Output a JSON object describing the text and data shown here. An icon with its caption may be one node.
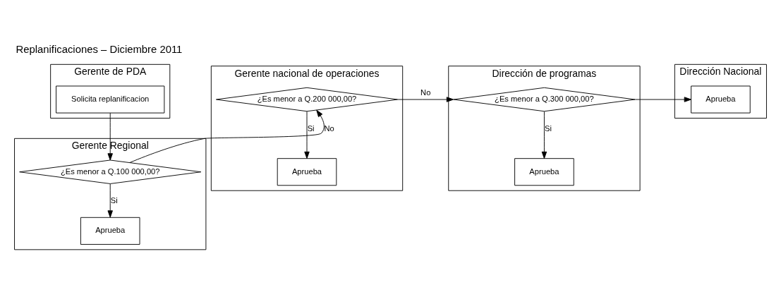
{
  "diagram": {
    "title": "Replanificaciones – Diciembre 2011",
    "nodes": [
      {
        "text": [
          "Gerente de PDA"
        ]
      },
      {
        "text": [
          "Solicita replanificacion"
        ],
        "in": 0
      },
      {
        "text": [
          "Gerente Regional"
        ]
      },
      {
        "text": [
          "¿Es menor a Q.100 000,00?"
        ],
        "in": 2
      },
      {
        "text": [
          "Aprueba"
        ],
        "in": 2
      },
      {
        "text": [
          "Gerente nacional de operaciones"
        ]
      },
      {
        "text": [
          "¿Es menor a Q.200 000,00?"
        ],
        "in": 5
      },
      {
        "text": [
          "Aprueba"
        ],
        "in": 5
      },
      {
        "text": [
          "Dirección de programas"
        ]
      },
      {
        "text": [
          "¿Es menor a Q.300 000,00?"
        ],
        "in": 8
      },
      {
        "text": [
          "Aprueba"
        ],
        "in": 8
      },
      {
        "text": [
          "Dirección Nacional"
        ]
      },
      {
        "text": [
          "Aprueba"
        ],
        "in": 11
      }
    ],
    "edges": [
      {
        "from": 1,
        "to": 3,
        "arrow": "to"
      },
      {
        "from": 3,
        "to": 6,
        "arrow": "to",
        "label": "No"
      },
      {
        "from": 6,
        "to": 9,
        "arrow": "to",
        "label": "No"
      },
      {
        "from": 9,
        "to": 12,
        "arrow": "to"
      },
      {
        "from": 3,
        "to": 4,
        "arrow": "to",
        "label": "Si"
      },
      {
        "from": 6,
        "to": 7,
        "arrow": "to",
        "label": "Si"
      },
      {
        "from": 9,
        "to": 10,
        "arrow": "to",
        "label": "Si"
      }
    ]
  }
}
